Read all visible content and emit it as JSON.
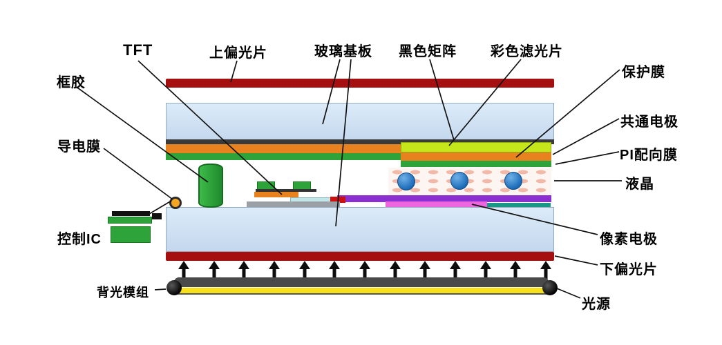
{
  "labels": {
    "frame_sealant": "框胶",
    "tft": "TFT",
    "top_polarizer": "上偏光片",
    "glass_substrate": "玻璃基板",
    "black_matrix": "黑色矩阵",
    "color_filter": "彩色滤光片",
    "protective_film": "保护膜",
    "common_electrode": "共通电极",
    "pi_alignment_film": "PI配向膜",
    "liquid_crystal": "液晶",
    "conductive_film": "导电膜",
    "control_ic": "控制IC",
    "pixel_electrode": "像素电极",
    "bottom_polarizer": "下偏光片",
    "backlight_module": "背光模组",
    "light_source": "光源"
  },
  "colors": {
    "polarizer_red": "#a50f0f",
    "glass_blue": "#c9dcf0",
    "black_matrix_gray": "#3a3a3a",
    "common_electrode_orange": "#e8821e",
    "alignment_film_green": "#2ea339",
    "color_filter_yellow_green": "#c6e61c",
    "liquid_crystal_pink": "#f2b9a8",
    "lc_ball_blue": "#2a7cc9",
    "pixel_electrode_magenta": "#ee66df",
    "purple_layer": "#8c2fd0",
    "backlight_yellow": "#f6e01b"
  }
}
